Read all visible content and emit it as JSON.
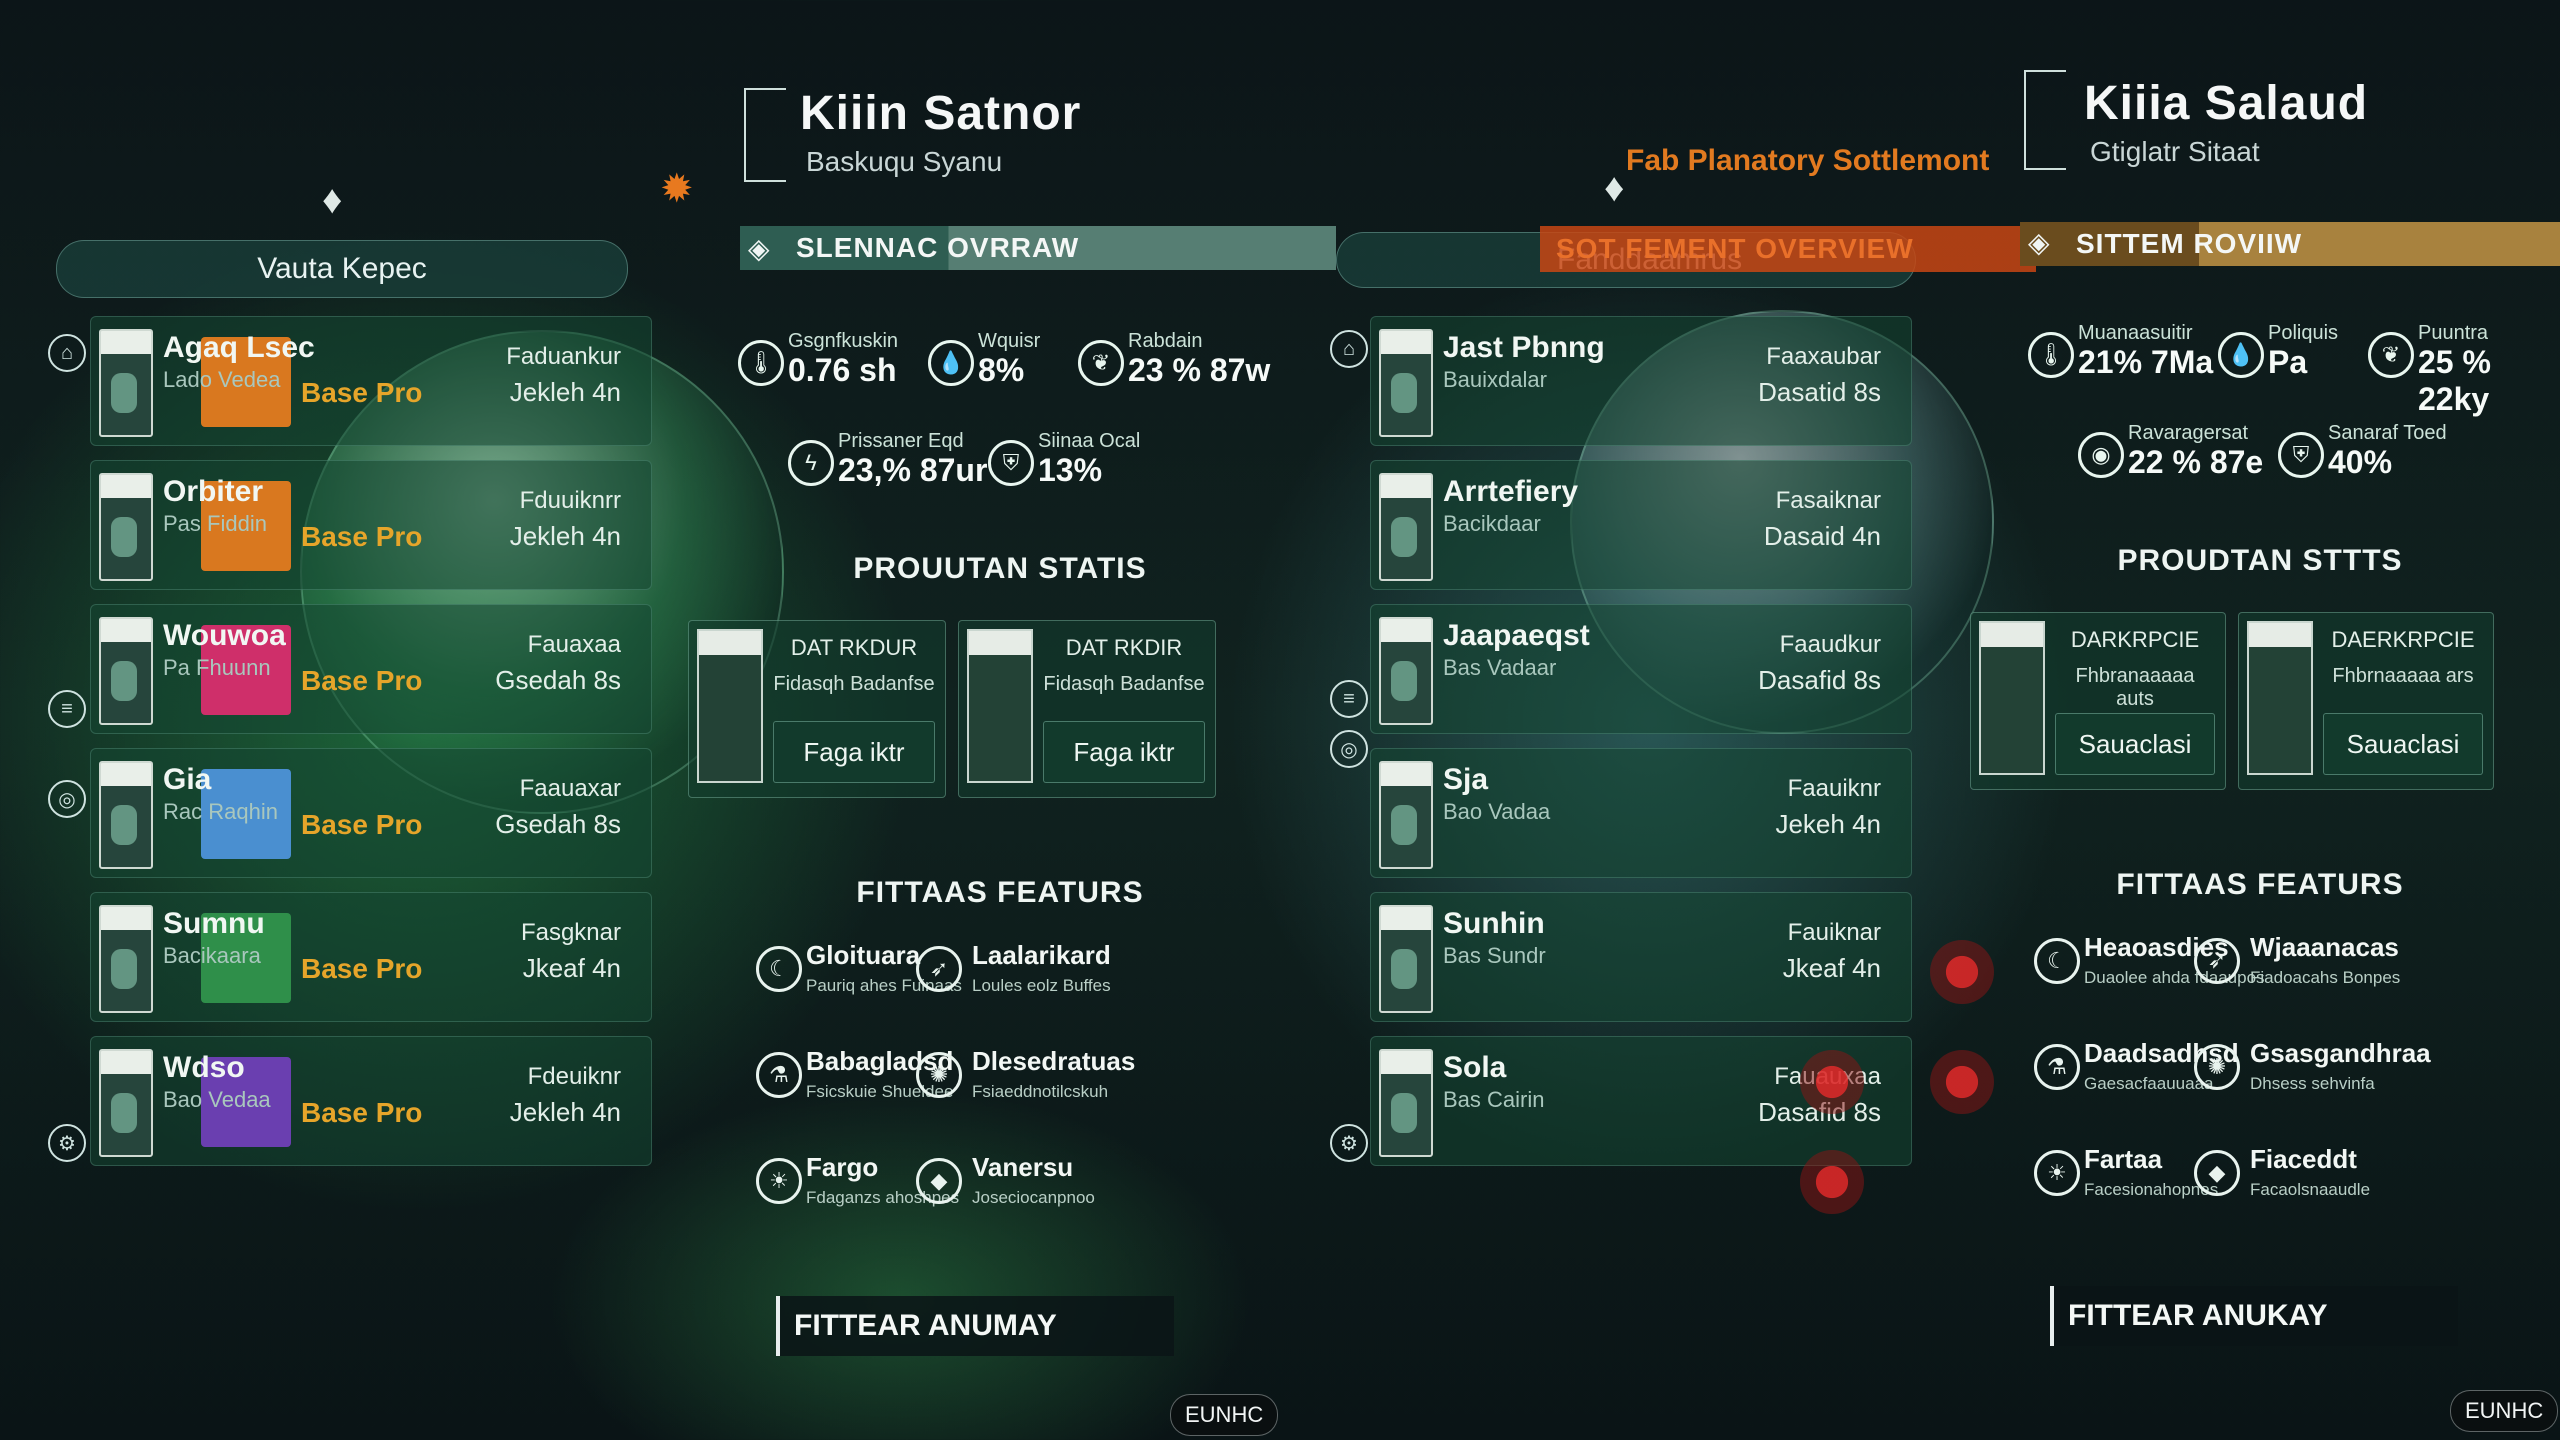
{
  "colors": {
    "accent_orange": "#e6a52a",
    "alert_red": "#c0392b",
    "panel_green": "#1f5a40",
    "header_teal": "#3a8f7e"
  },
  "left": {
    "tab_label": "Vauta Kepec",
    "rows": [
      {
        "name": "Agaq Lsec",
        "sub": "Lado Vedea",
        "tag": "Base Pro",
        "r1": "Faduankur",
        "r2": "Jekleh 4n",
        "swatch": "#d9781f"
      },
      {
        "name": "Orbiter",
        "sub": "Pas Fiddin",
        "tag": "Base Pro",
        "r1": "Fduuiknrr",
        "r2": "Jekleh 4n",
        "swatch": "#d9781f"
      },
      {
        "name": "Wouwoa",
        "sub": "Pa Fhuunn",
        "tag": "Base Pro",
        "r1": "Fauaxaa",
        "r2": "Gsedah 8s",
        "swatch": "#cf2f6a"
      },
      {
        "name": "Gia",
        "sub": "Rac Raqhin",
        "tag": "Base Pro",
        "r1": "Faauaxar",
        "r2": "Gsedah 8s",
        "swatch": "#4a8fd0"
      },
      {
        "name": "Sumnu",
        "sub": "Bacikaara",
        "tag": "Base Pro",
        "r1": "Fasgknar",
        "r2": "Jkeaf 4n",
        "swatch": "#2f8f4a"
      },
      {
        "name": "Wdso",
        "sub": "Bao Vedaa",
        "tag": "Base Pro",
        "r1": "Fdeuiknr",
        "r2": "Jekleh 4n",
        "swatch": "#6a3fb0"
      }
    ],
    "planet_title": "Kiiin Satnor",
    "planet_subtitle": "Baskuqu Syanu",
    "overview_label": "SLENNAC OVRRAW",
    "stats": [
      {
        "icon": "thermometer-icon",
        "label": "Gsgnfkuskin",
        "value": "0.76 sh"
      },
      {
        "icon": "drop-icon",
        "label": "Wquisr",
        "value": "8%"
      },
      {
        "icon": "leaf-icon",
        "label": "Rabdain",
        "value": "23 % 87w"
      },
      {
        "icon": "bolt-icon",
        "label": "Prissaner Eqd",
        "value": "23,% 87ur"
      },
      {
        "icon": "shield-icon",
        "label": "Siinaa Ocal",
        "value": "13%"
      }
    ],
    "prod_section": "PROUUTAN STATIS",
    "prod_cards": [
      {
        "t": "DAT RKDUR",
        "s": "Fidasqh Badanfse",
        "btn": "Faga iktr"
      },
      {
        "t": "DAT RKDIR",
        "s": "Fidasqh Badanfse",
        "btn": "Faga iktr"
      }
    ],
    "feat_section": "FITTAAS FEATURS",
    "features": [
      {
        "icon": "moon-icon",
        "name": "Gloituara",
        "desc": "Pauriq ahes Fuinaas"
      },
      {
        "icon": "rocket-icon",
        "name": "Laalarikard",
        "desc": "Loules eolz Buffes"
      },
      {
        "icon": "flask-icon",
        "name": "Babagladsd",
        "desc": "Fsicskuie Shueldee"
      },
      {
        "icon": "atom-icon",
        "name": "Dlesedratuas",
        "desc": "Fsiaeddnotilcskuh"
      },
      {
        "icon": "sun-icon",
        "name": "Fargo",
        "desc": "Fdaganzs ahoshpes"
      },
      {
        "icon": "gem-icon",
        "name": "Vanersu",
        "desc": "Joseciocanpnoo"
      }
    ],
    "mgmt_label": "FITTEAR ANUMAY",
    "corner_label": "EUNHC"
  },
  "right": {
    "tab_label": "Fanddaamrus",
    "overlay_heading": "Fab Planatory Sottlemont",
    "overlay_bar": "SOT FEMENT OVERVIEW",
    "rows": [
      {
        "name": "Jast Pbnng",
        "sub": "Bauixdalar",
        "r1": "Faaxaubar",
        "r2": "Dasatid 8s"
      },
      {
        "name": "Arrtefiery",
        "sub": "Bacikdaar",
        "r1": "Fasaiknar",
        "r2": "Dasaid 4n"
      },
      {
        "name": "Jaapaeqst",
        "sub": "Bas Vadaar",
        "r1": "Faaudkur",
        "r2": "Dasafid 8s"
      },
      {
        "name": "Sja",
        "sub": "Bao Vadaa",
        "r1": "Faauiknr",
        "r2": "Jekeh 4n"
      },
      {
        "name": "Sunhin",
        "sub": "Bas Sundr",
        "r1": "Fauiknar",
        "r2": "Jkeaf 4n"
      },
      {
        "name": "Sola",
        "sub": "Bas Cairin",
        "r1": "Fauauxaa",
        "r2": "Dasafid 8s"
      }
    ],
    "planet_title": "Kiiia Salaud",
    "planet_subtitle": "Gtiglatr Sitaat",
    "overview_label": "SITTEM ROVIIW",
    "stats": [
      {
        "icon": "thermometer-icon",
        "label": "Muanaasuitir",
        "value": "21% 7Ma"
      },
      {
        "icon": "drop-icon",
        "label": "Poliquis",
        "value": "Pa"
      },
      {
        "icon": "leaf-icon",
        "label": "Puuntra",
        "value": "25 % 22ky"
      },
      {
        "icon": "eye-icon",
        "label": "Ravaragersat",
        "value": "22 % 87e"
      },
      {
        "icon": "shield-icon",
        "label": "Sanaraf Toed",
        "value": "40%"
      }
    ],
    "prod_section": "PROUDTAN STTTS",
    "prod_cards": [
      {
        "t": "DARKRPCIE",
        "s": "Fhbranaaaaa auts",
        "btn": "Sauaclasi"
      },
      {
        "t": "DAERKRPCIE",
        "s": "Fhbrnaaaaa ars",
        "btn": "Sauaclasi"
      }
    ],
    "feat_section": "FITTAAS FEATURS",
    "features": [
      {
        "icon": "moon-icon",
        "name": "Heaoasdies",
        "desc": "Duaolee ahda fdaaupos"
      },
      {
        "icon": "rocket-icon",
        "name": "Wjaaanacas",
        "desc": "Fiadoacahs Bonpes"
      },
      {
        "icon": "flask-icon",
        "name": "Daadsadhsd",
        "desc": "Gaesacfaauuaaa"
      },
      {
        "icon": "atom-icon",
        "name": "Gsasgandhraa",
        "desc": "Dhsess sehvinfa"
      },
      {
        "icon": "sun-icon",
        "name": "Fartaa",
        "desc": "Facesionahopnes"
      },
      {
        "icon": "gem-icon",
        "name": "Fiaceddt",
        "desc": "Facaolsnaaudle"
      }
    ],
    "mgmt_label": "FITTEAR ANUKAY",
    "corner_label": "EUNHC"
  }
}
